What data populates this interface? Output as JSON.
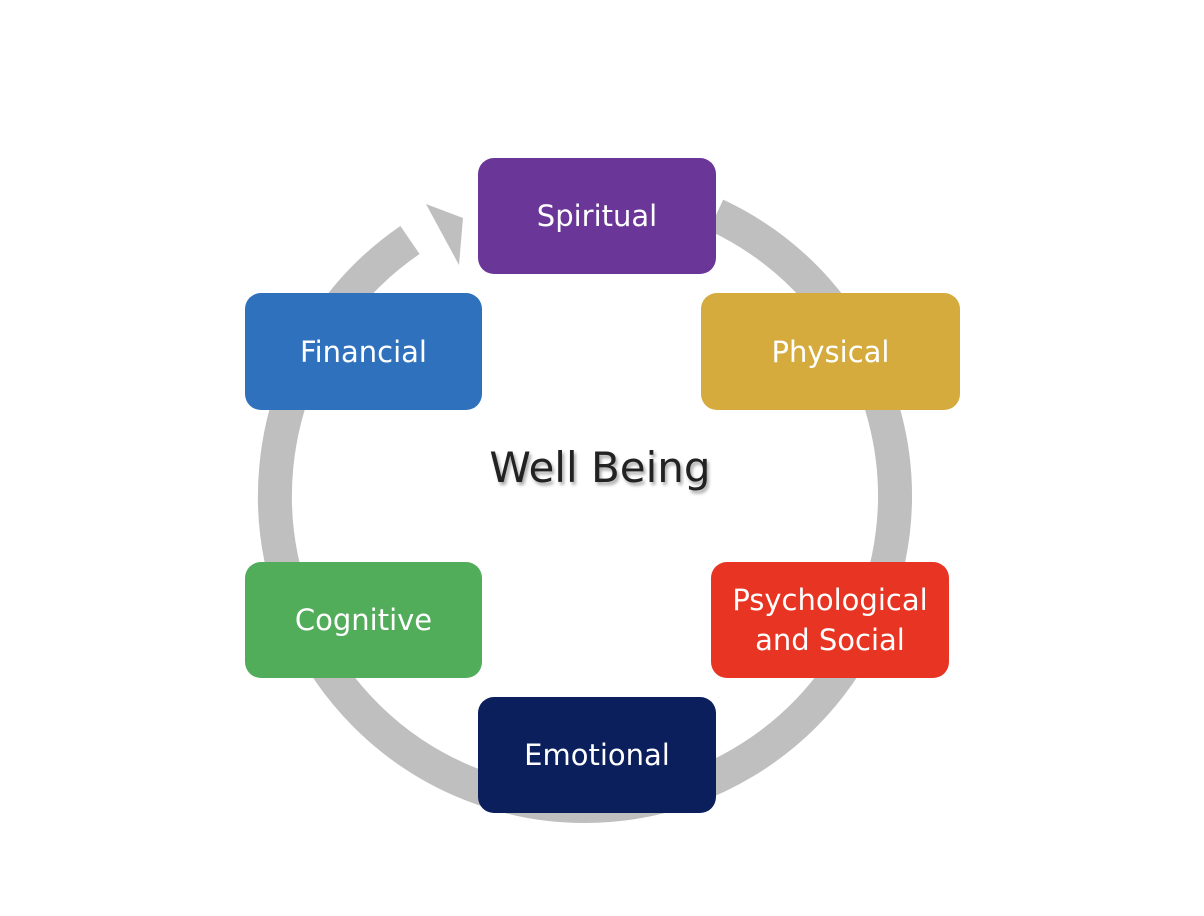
{
  "diagram": {
    "center_label": "Well Being",
    "ring_color": "#bfbfbf",
    "nodes": [
      {
        "id": "spiritual",
        "label": "Spiritual",
        "color": "#6a3798"
      },
      {
        "id": "physical",
        "label": "Physical",
        "color": "#d4ab3c"
      },
      {
        "id": "psychological",
        "label_line1": "Psychological",
        "label_line2": "and Social",
        "color": "#e83423"
      },
      {
        "id": "emotional",
        "label": "Emotional",
        "color": "#0b1f5c"
      },
      {
        "id": "cognitive",
        "label": "Cognitive",
        "color": "#52ad5b"
      },
      {
        "id": "financial",
        "label": "Financial",
        "color": "#2f71bd"
      }
    ],
    "cycle_direction": "clockwise"
  }
}
